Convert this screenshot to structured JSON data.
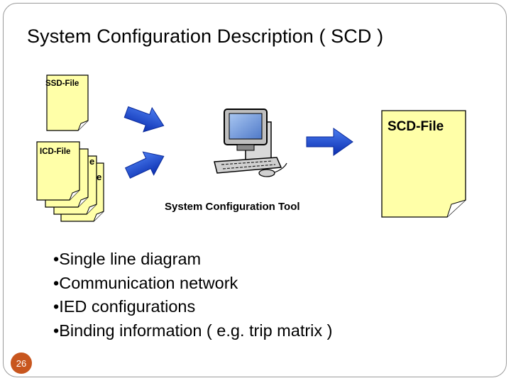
{
  "slide": {
    "title": "System Configuration Description ( SCD )",
    "page_number": "26"
  },
  "diagram": {
    "ssd_file_label": "SSD-File",
    "icd_file_label": "ICD-File",
    "icd_stack_partial_labels": [
      "e",
      "e"
    ],
    "tool_label": "System Configuration Tool",
    "scd_file_label": "SCD-File",
    "colors": {
      "document_fill": "#ffffa8",
      "arrow_blue": "#1f4fd8",
      "badge": "#c8561e"
    },
    "icons": [
      "document-icon",
      "computer-workstation-icon",
      "right-arrow-icon"
    ]
  },
  "bullets": [
    "•Single line diagram",
    "•Communication network",
    "•IED configurations",
    "•Binding information ( e.g. trip matrix )"
  ]
}
